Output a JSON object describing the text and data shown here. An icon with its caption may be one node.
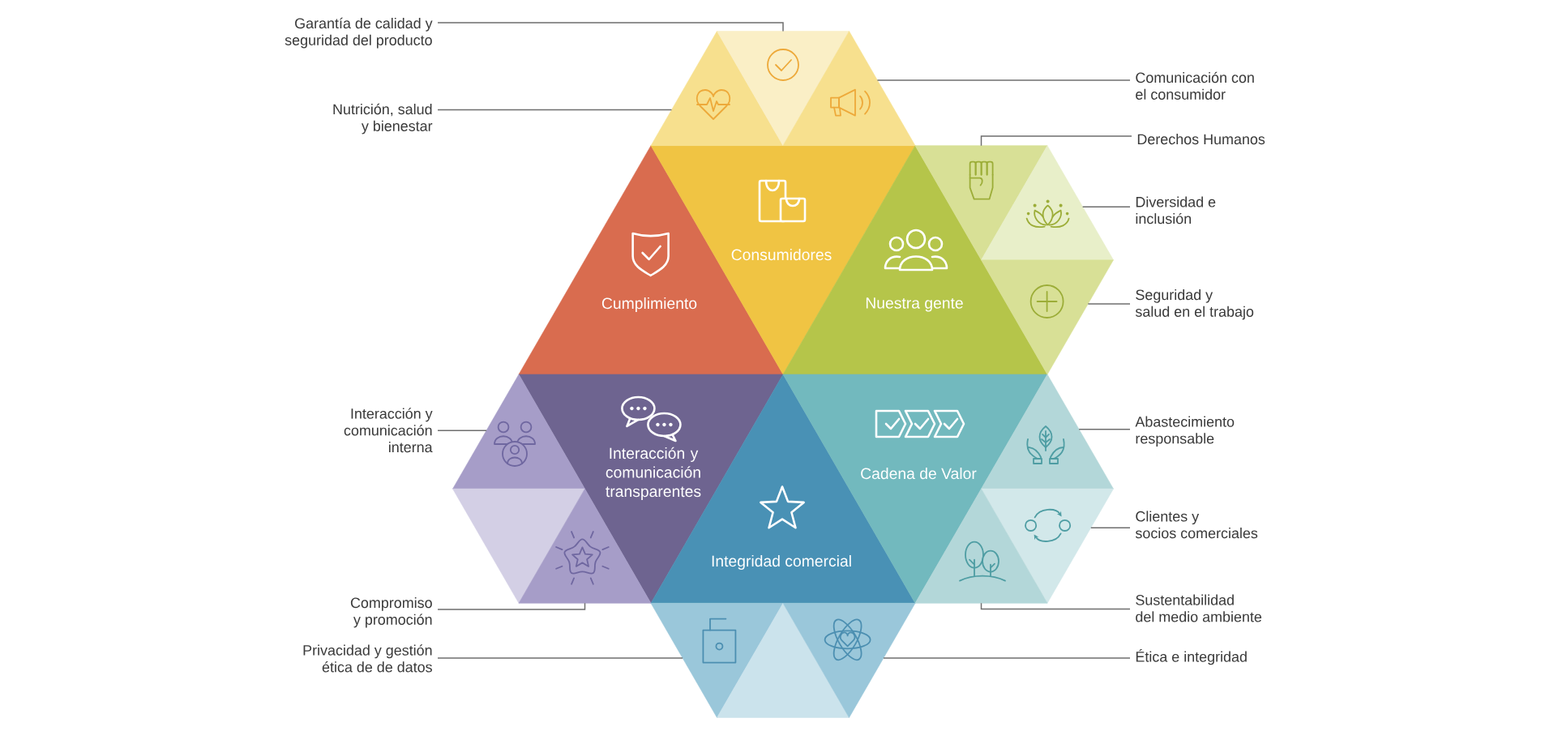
{
  "diagram": {
    "nodes": [
      {
        "text": [
          "Garantía de calidad y seguridad del producto"
        ]
      },
      {
        "text": [
          "Nutrición, salud y bienestar"
        ]
      },
      {
        "text": [
          "Comunicación con el consumidor"
        ]
      },
      {
        "text": [
          "Derechos Humanos"
        ]
      },
      {
        "text": [
          "Diversidad e inclusión"
        ]
      },
      {
        "text": [
          "Seguridad y salud en el trabajo"
        ]
      },
      {
        "text": [
          "Interacción y comunicación interna"
        ]
      },
      {
        "text": [
          "Abastecimiento responsable"
        ]
      },
      {
        "text": [
          "Clientes y socios comerciales"
        ]
      },
      {
        "text": [
          "Compromiso y promoción"
        ]
      },
      {
        "text": [
          "Sustentabilidad del medio ambiente"
        ]
      },
      {
        "text": [
          "Privacidad y gestión ética de de datos"
        ]
      },
      {
        "text": [
          "Ética e integridad"
        ]
      },
      {
        "text": [
          "Cumplimiento"
        ]
      },
      {
        "text": [
          "Consumidores"
        ]
      },
      {
        "text": [
          "Nuestra gente"
        ]
      },
      {
        "text": [
          "Interacción y comunicación transparentes"
        ]
      },
      {
        "text": [
          "Integridad comercial"
        ]
      },
      {
        "text": [
          "Cadena de Valor"
        ]
      },
      {
        "text": [],
        "shape": "triangle"
      },
      {
        "text": [],
        "shape": "triangle"
      },
      {
        "text": [],
        "shape": "triangle"
      },
      {
        "text": [],
        "shape": "triangle"
      },
      {
        "text": [],
        "shape": "triangle"
      },
      {
        "text": [],
        "shape": "triangle"
      },
      {
        "text": [],
        "shape": "triangle"
      },
      {
        "text": [],
        "shape": "triangle"
      },
      {
        "text": [],
        "shape": "triangle"
      },
      {
        "text": [],
        "shape": "triangle"
      },
      {
        "text": [],
        "shape": "triangle"
      },
      {
        "text": [],
        "shape": "triangle"
      },
      {
        "text": [],
        "shape": "triangle"
      },
      {
        "text": [],
        "shape": "triangle"
      },
      {
        "text": [],
        "shape": "triangle"
      }
    ],
    "edges": [
      {
        "from": 0,
        "to": 20,
        "arrow": "none"
      },
      {
        "from": 1,
        "to": 19,
        "arrow": "none"
      },
      {
        "from": 2,
        "to": 21,
        "arrow": "none"
      },
      {
        "from": 3,
        "to": 22,
        "arrow": "none"
      },
      {
        "from": 4,
        "to": 23,
        "arrow": "none"
      },
      {
        "from": 5,
        "to": 24,
        "arrow": "none"
      },
      {
        "from": 6,
        "to": 31,
        "arrow": "none"
      },
      {
        "from": 7,
        "to": 25,
        "arrow": "none"
      },
      {
        "from": 8,
        "to": 26,
        "arrow": "none"
      },
      {
        "from": 9,
        "to": 33,
        "arrow": "none"
      },
      {
        "from": 10,
        "to": 27,
        "arrow": "none"
      },
      {
        "from": 11,
        "to": 28,
        "arrow": "none"
      },
      {
        "from": 12,
        "to": 30,
        "arrow": "none"
      }
    ]
  }
}
